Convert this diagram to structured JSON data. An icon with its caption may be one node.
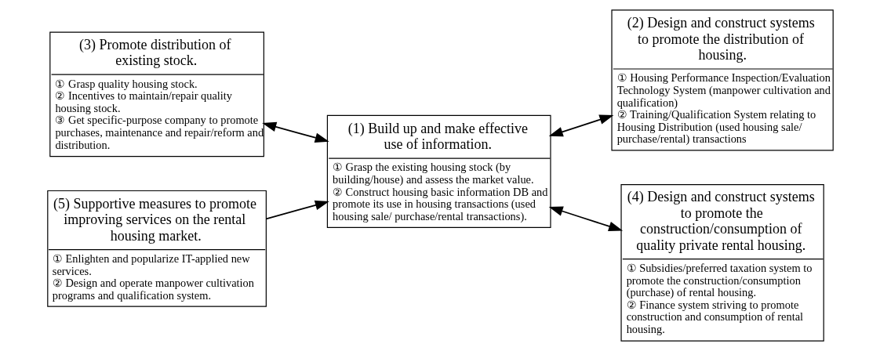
{
  "diagram": {
    "nodes": [
      {
        "text": [
          "(3) Promote distribution of existing stock.",
          "① Grasp quality housing stock.",
          "② Incentives to maintain/repair quality housing stock.",
          "③ Get specific-purpose company to promote purchases, maintenance and repair/reform and distribution."
        ]
      },
      {
        "text": [
          "(1) Build up and make effective use of information.",
          "① Grasp the existing housing stock (by building/house) and assess the market value.",
          "② Construct housing basic information DB and promote its use in housing transactions (used housing sale/ purchase/rental transactions)."
        ]
      },
      {
        "text": [
          "(2) Design and construct systems to promote the distribution of housing.",
          "① Housing Performance Inspection/Evaluation Technology System (manpower cultivation and qualification)",
          "② Training/Qualification System relating to Housing Distribution (used housing sale/ purchase/rental) transactions"
        ]
      },
      {
        "text": [
          "(5) Supportive measures to promote improving services on the rental housing market.",
          "① Enlighten and popularize IT-applied new services.",
          "② Design and operate manpower cultivation programs and qualification system."
        ]
      },
      {
        "text": [
          "(4) Design and construct systems to promote the construction/consumption of quality private rental housing.",
          "① Subsidies/preferred taxation system to promote the construction/consumption (purchase) of rental housing.",
          "② Finance system striving to promote construction and consumption of rental housing."
        ]
      }
    ],
    "edges": [
      {
        "from": 0,
        "to": 1,
        "arrow": "both"
      },
      {
        "from": 3,
        "to": 1,
        "arrow": "to"
      },
      {
        "from": 1,
        "to": 2,
        "arrow": "both"
      },
      {
        "from": 1,
        "to": 4,
        "arrow": "both"
      }
    ]
  }
}
